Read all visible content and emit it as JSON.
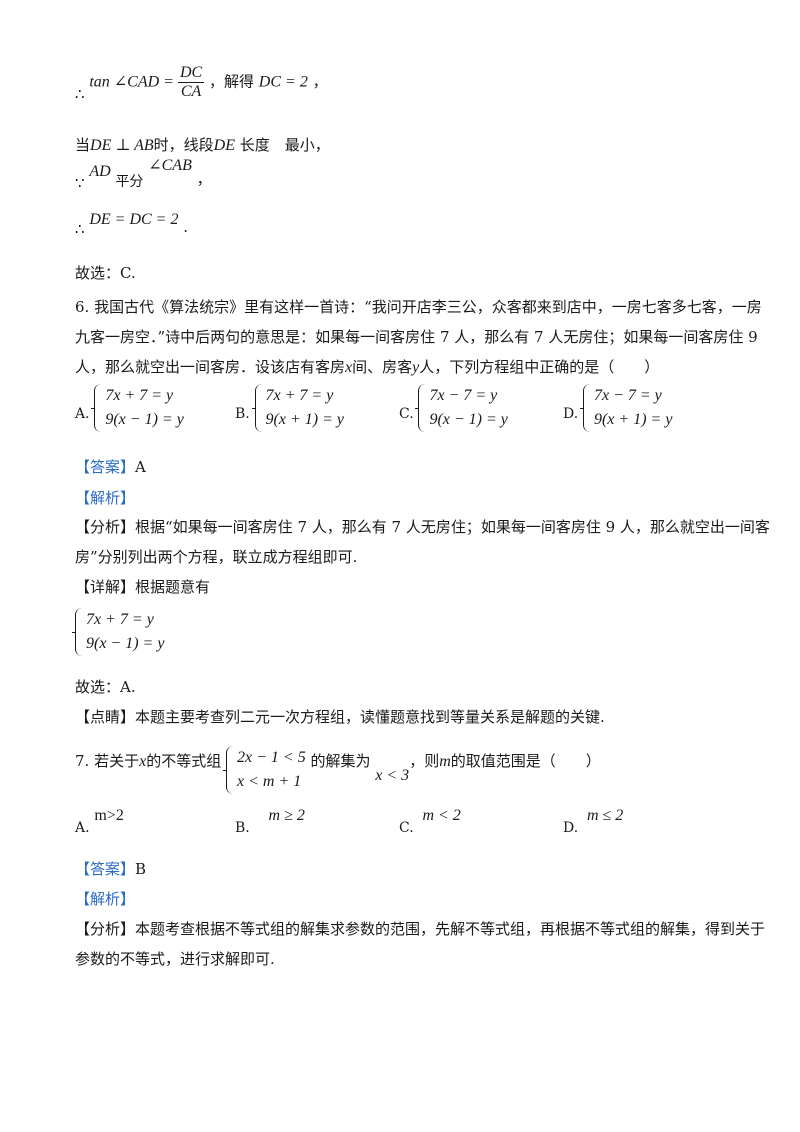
{
  "block_top": {
    "line1": {
      "therefore": "∴",
      "tan": "tan ∠CAD = ",
      "num": "DC",
      "den": "CA",
      "after": "，解得",
      "result": "DC = 2",
      "end": "，"
    },
    "line2": {
      "text_a": "当",
      "m1": "DE ⊥ AB",
      "text_b": "时，线段",
      "m2": "DE",
      "text_c": " 长度　最小，"
    },
    "line3": {
      "because": "∵",
      "m1": "AD",
      "text": "平分",
      "m2": "∠CAB",
      "end": "，"
    },
    "line4": {
      "therefore": "∴",
      "m": "DE = DC = 2",
      "end": "."
    },
    "answer": "故选：C."
  },
  "q6": {
    "line1": "6. 我国古代《算法统宗》里有这样一首诗：“我问开店李三公，众客都来到店中，一房七客多七客，一房",
    "line2": "九客一房空．”诗中后两句的意思是：如果每一间客房住 7 人，那么有 7 人无房住；如果每一间客房住 9",
    "line3_a": "人，那么就空出一间客房．设该店有客房",
    "line3_x": "x",
    "line3_b": "间、房客",
    "line3_y": "y",
    "line3_c": "人，下列方程组中正确的是（　　）",
    "options": [
      {
        "label": "A.",
        "r1": "7x + 7 = y",
        "r2": "9(x − 1) = y"
      },
      {
        "label": "B.",
        "r1": "7x + 7 = y",
        "r2": "9(x + 1) = y"
      },
      {
        "label": "C.",
        "r1": "7x − 7 = y",
        "r2": "9(x − 1) = y"
      },
      {
        "label": "D.",
        "r1": "7x − 7 = y",
        "r2": "9(x + 1) = y"
      }
    ],
    "answer_tag": "【答案】",
    "answer": "A",
    "analysis_tag": "【解析】",
    "fenxi_tag": "【分析】",
    "fenxi_1": "根据“如果每一间客房住 7 人，那么有 7 人无房住；如果每一间客房住 9 人，那么就空出一间客",
    "fenxi_2": "房”分别列出两个方程，联立成方程组即可.",
    "detail_tag": "【详解】",
    "detail": "根据题意有",
    "sys_r1": "7x + 7 = y",
    "sys_r2": "9(x − 1) = y",
    "choose": "故选：A.",
    "dianjing_tag": "【点睛】",
    "dianjing": "本题主要考查列二元一次方程组，读懂题意找到等量关系是解题的关键."
  },
  "q7": {
    "text_a": "7.  若关于",
    "x": "x",
    "text_b": "的不等式组",
    "r1": "2x − 1 < 5",
    "r2": "x < m + 1",
    "text_c": "的解集为",
    "sol": "x < 3",
    "text_d": "，则",
    "m": "m",
    "text_e": "的取值范围是（　　）",
    "options": [
      {
        "label": "A.",
        "expr": "m>2"
      },
      {
        "label": "B.",
        "expr": "m ≥ 2"
      },
      {
        "label": "C.",
        "expr": "m < 2"
      },
      {
        "label": "D.",
        "expr": "m ≤ 2"
      }
    ],
    "answer_tag": "【答案】",
    "answer": "B",
    "analysis_tag": "【解析】",
    "fenxi_tag": "【分析】",
    "fenxi_1": "本题考查根据不等式组的解集求参数的范围，先解不等式组，再根据不等式组的解集，得到关于",
    "fenxi_2": "参数的不等式，进行求解即可."
  }
}
